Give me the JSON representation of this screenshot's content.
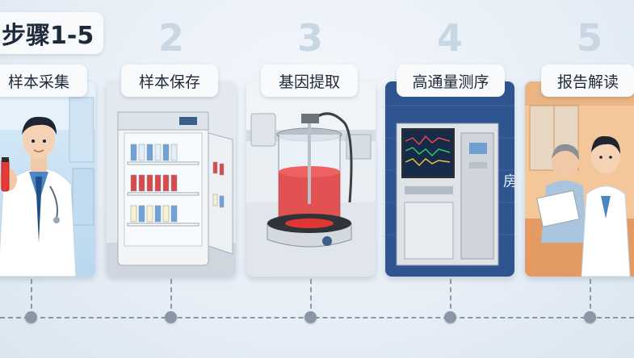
{
  "title": "步骤1-5",
  "steps": [
    {
      "number": "",
      "label": "样本采集",
      "scene": "doctor-sample-collection"
    },
    {
      "number": "2",
      "label": "样本保存",
      "scene": "lab-refrigerator"
    },
    {
      "number": "3",
      "label": "基因提取",
      "scene": "extraction-vessel"
    },
    {
      "number": "4",
      "label": "高通量测序",
      "scene": "sequencer-machine"
    },
    {
      "number": "5",
      "label": "报告解读",
      "scene": "doctor-patient-report"
    }
  ],
  "card3_side_text": "房",
  "colors": {
    "step_number": "#c9d6e3",
    "timeline": "#8a97a6",
    "node": "#8896a6"
  }
}
